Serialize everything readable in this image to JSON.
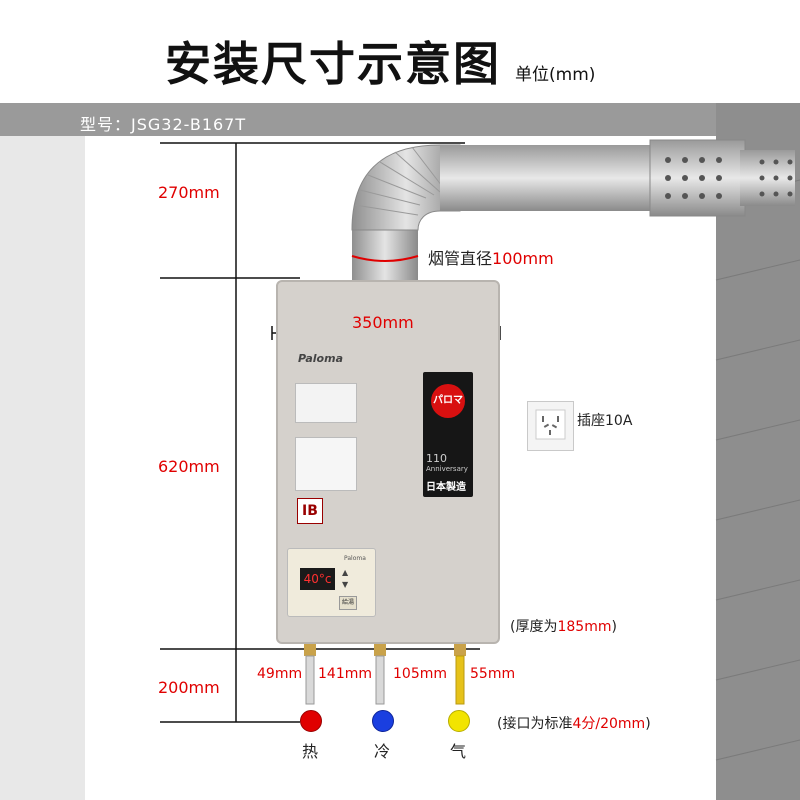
{
  "title": "安装尺寸示意图",
  "unit": "单位(mm)",
  "model": "型号：JSG32-B167T",
  "dimensions": {
    "top_clearance": "270mm",
    "heater_height": "620mm",
    "bottom_clearance": "200mm",
    "width": "350mm",
    "pipe_prefix": "烟管直径",
    "pipe_value": "100mm",
    "thickness_prefix": "(厚度为",
    "thickness_value": "185mm",
    "thickness_suffix": ")",
    "spacing": [
      "49mm",
      "141mm",
      "105mm",
      "55mm"
    ]
  },
  "socket_label": "插座10A",
  "connector_note": {
    "prefix": "(接口为标准",
    "value": "4分/20mm",
    "suffix": ")"
  },
  "pipes": [
    {
      "label": "热",
      "color": "#e00000"
    },
    {
      "label": "冷",
      "color": "#1a3fe0"
    },
    {
      "label": "气",
      "color": "#f2e400"
    }
  ],
  "heater": {
    "brand": "Paloma",
    "badge_logo": "パロマ",
    "badge_number": "110",
    "badge_anniv": "Anniversary",
    "badge_made": "日本製造",
    "display_temp": "40°c",
    "ctrl_brand": "Paloma",
    "ctrl_button": "給湯",
    "ib_logo": "IB"
  }
}
